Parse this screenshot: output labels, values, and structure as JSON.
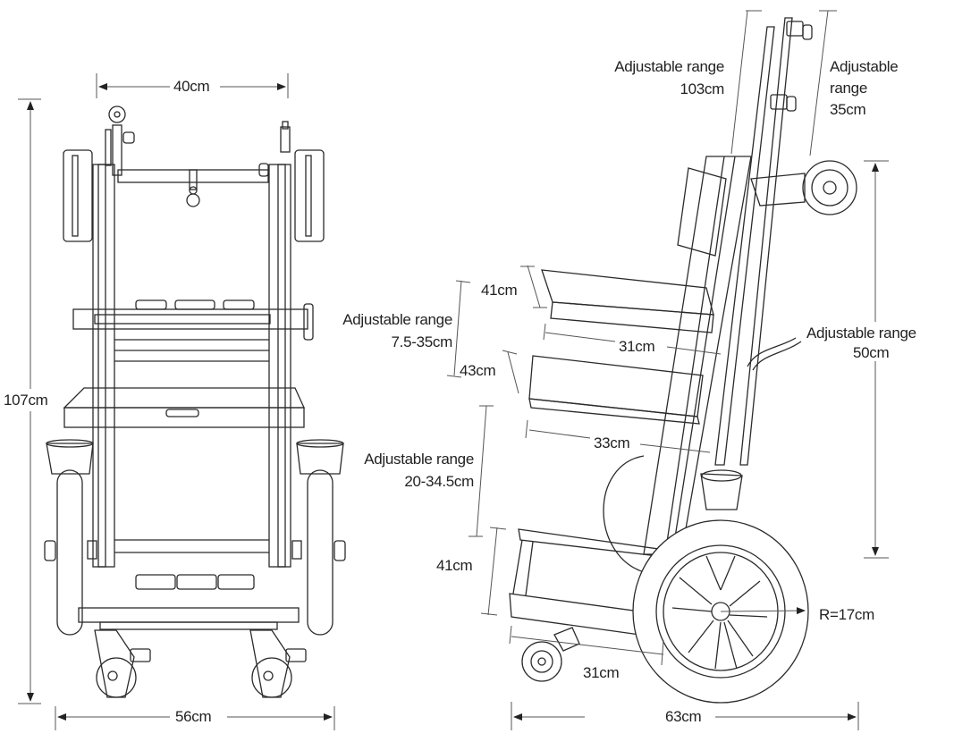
{
  "front_view": {
    "width_top": "40cm",
    "height_total": "107cm",
    "width_base": "56cm",
    "shelf_range_label": "Adjustable range",
    "shelf_range_value": "7.5-35cm"
  },
  "side_view": {
    "pole_range_a_label": "Adjustable range",
    "pole_range_a_value": "103cm",
    "pole_range_b_line1": "Adjustable",
    "pole_range_b_line2": "range",
    "pole_range_b_value": "35cm",
    "handle_range_label": "Adjustable range",
    "handle_range_value": "50cm",
    "top_shelf_height": "41cm",
    "top_shelf_depth": "31cm",
    "middle_tray_height": "43cm",
    "middle_tray_depth": "33cm",
    "middle_range_label": "Adjustable range",
    "middle_range_value": "20-34.5cm",
    "bottom_shelf_height": "41cm",
    "bottom_shelf_depth": "31cm",
    "wheel_radius": "R=17cm",
    "base_depth": "63cm"
  }
}
